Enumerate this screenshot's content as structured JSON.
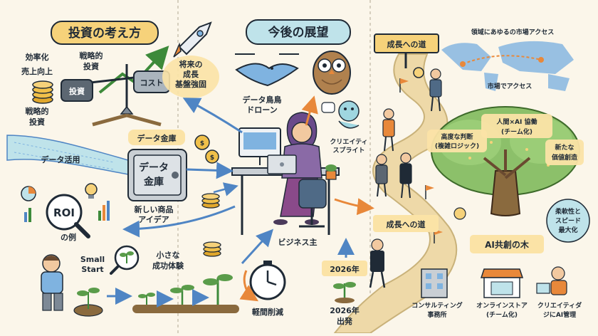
{
  "sections": {
    "investment_title": "投資の考え方",
    "future_title": "今後の展望"
  },
  "investment": {
    "efficiency": "効率化",
    "sales_up": "売上向上",
    "strategic_1a": "戦略的",
    "strategic_1b": "投資",
    "strategic_2a": "戦略的",
    "strategic_2b": "投資",
    "invest": "投資",
    "cost": "コスト",
    "future_1": "将来の",
    "future_2": "成長",
    "future_3": "基盤強固"
  },
  "center": {
    "drone_1": "データ鳥鳥",
    "drone_2": "ドローン",
    "data_vault_label": "データ金庫",
    "vault_1": "データ",
    "vault_2": "金庫",
    "data_use": "データ活用",
    "new_product_1": "新しい商品",
    "new_product_2": "アイデア",
    "creative_1": "クリエイティ",
    "creative_2": "スプライト",
    "business_owner": "ビジネス主",
    "roi": "ROI",
    "roi_example": "の例",
    "small_start_1": "Small",
    "small_start_2": "Start",
    "small_success_1": "小さな",
    "small_success_2": "成功体験",
    "time_reduction": "軽間削減"
  },
  "future": {
    "road_sign": "成長への道",
    "road_label": "成長への道",
    "access_all": "領域にあゆるの市場アクセス",
    "market_access": "市場でアクセス",
    "collab_1": "人間×AI 協働",
    "collab_2": "(チーム化)",
    "judgement_1": "高度な判断",
    "judgement_2": "(複雑ロジック)",
    "value_1": "新たな",
    "value_2": "価値創造",
    "flex_1": "柔軟性と",
    "flex_2": "スピード",
    "flex_3": "最大化",
    "tree": "AI共創の木",
    "year_2026": "2026年",
    "start_1": "2026年",
    "start_2": "出発",
    "consulting_1": "コンサルティング",
    "consulting_2": "事務所",
    "online_1": "オンラインストア",
    "online_2": "(チーム化)",
    "creative_1": "クリエイティダ",
    "creative_2": "ジにAI管理"
  },
  "colors": {
    "background": "#fbf6ea",
    "title_bg": "#f6d27a",
    "future_title_bg": "#bfe3ea",
    "label_bg": "#fbe3a6",
    "gold": "#e0a72c",
    "navy": "#1f2a36",
    "tree_green": "#5a9c4a",
    "road": "#eed9a8",
    "arrow_blue": "#4f85c4",
    "arrow_orange": "#e8883a"
  }
}
